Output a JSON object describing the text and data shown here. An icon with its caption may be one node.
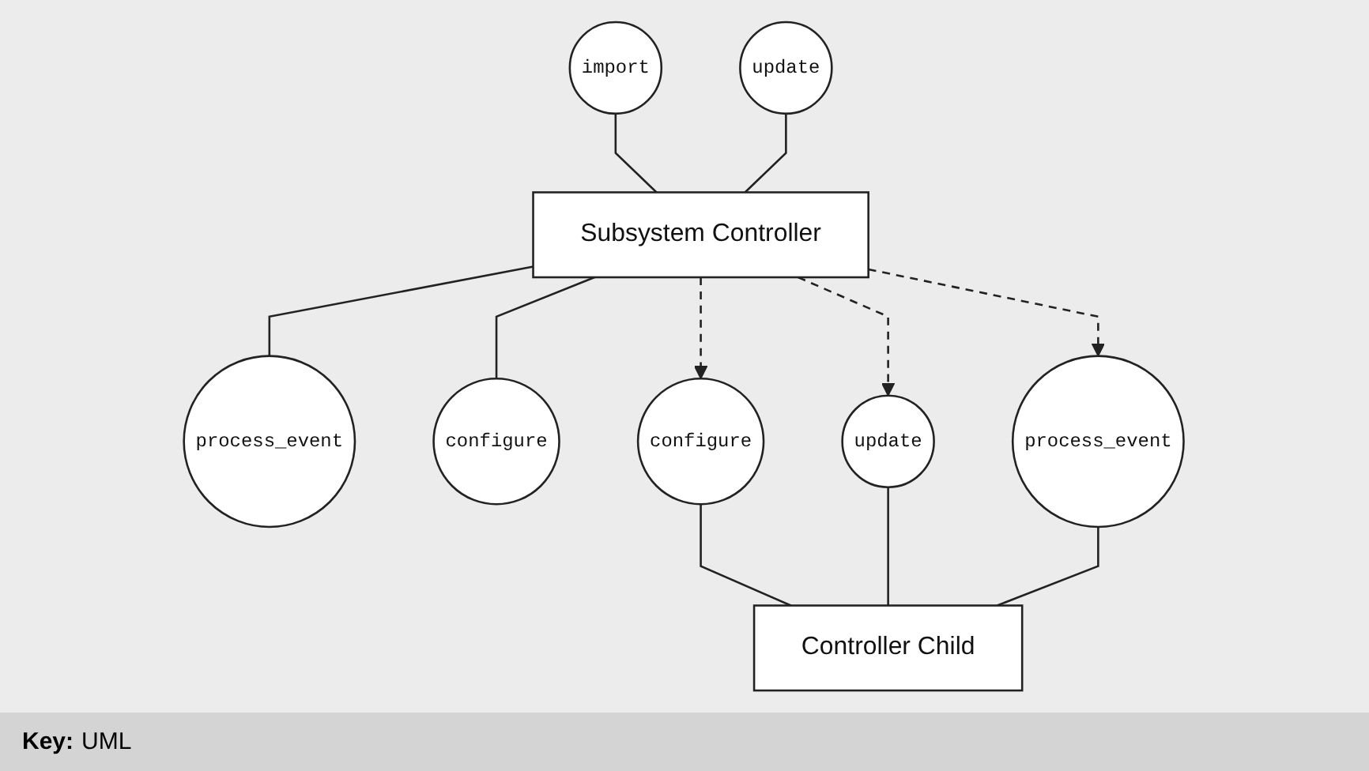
{
  "diagram": {
    "nodes": [
      {
        "text": [
          "Subsystem Controller"
        ]
      },
      {
        "text": [
          "import"
        ]
      },
      {
        "text": [
          "update"
        ]
      },
      {
        "text": [
          "process_event"
        ]
      },
      {
        "text": [
          "configure"
        ]
      },
      {
        "text": [
          "Controller Child"
        ]
      },
      {
        "text": [
          "configure"
        ]
      },
      {
        "text": [
          "update"
        ]
      },
      {
        "text": [
          "process_event"
        ]
      }
    ],
    "edges": [
      {
        "from": 1,
        "to": 0,
        "arrow": "none"
      },
      {
        "from": 2,
        "to": 0,
        "arrow": "none"
      },
      {
        "from": 0,
        "to": 3,
        "arrow": "none"
      },
      {
        "from": 0,
        "to": 4,
        "arrow": "none"
      },
      {
        "from": 0,
        "to": 7,
        "arrow": "to",
        "style": "dashed"
      },
      {
        "from": 0,
        "to": 6,
        "arrow": "to",
        "style": "dashed"
      },
      {
        "from": 0,
        "to": 8,
        "arrow": "to",
        "style": "dashed"
      },
      {
        "from": 6,
        "to": 5,
        "arrow": "none"
      },
      {
        "from": 7,
        "to": 5,
        "arrow": "none"
      },
      {
        "from": 8,
        "to": 5,
        "arrow": "none"
      }
    ],
    "labels": [
      "Key:",
      "UML"
    ]
  }
}
